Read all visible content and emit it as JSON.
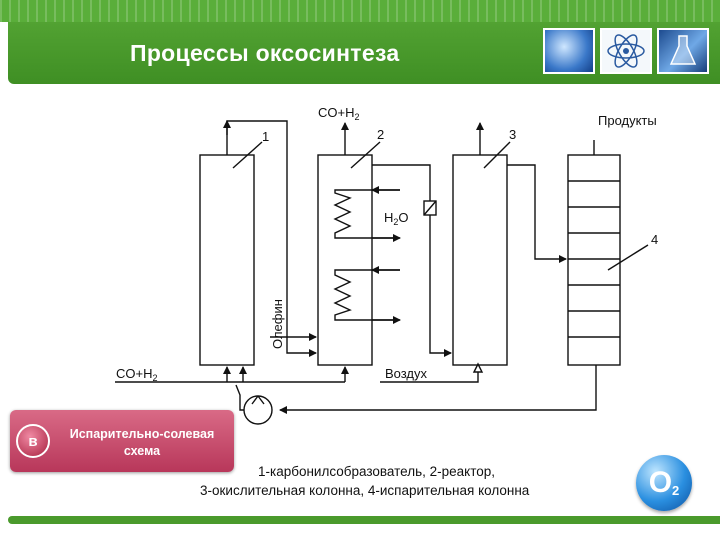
{
  "slide": {
    "title": "Процессы оксосинтеза"
  },
  "diagram": {
    "labels": {
      "n1": "1",
      "n2": "2",
      "n3": "3",
      "n4": "4",
      "co_h2_top": "CO+H",
      "co_h2_left": "CO+H",
      "h2o_h": "H",
      "h2o_o": "O",
      "sub2": "2",
      "olefin": "Олефин",
      "air": "Воздух",
      "products": "Продукты"
    }
  },
  "scheme_badge": {
    "letter": "в",
    "text": "Испарительно-солевая схема"
  },
  "caption": {
    "line1": "1-карбонилсобразователь, 2-реактор,",
    "line2": "3-окислительная колонна, 4-испарительная колонна"
  },
  "logo": {
    "main": "O",
    "sub": "2"
  },
  "colors": {
    "header_green": "#4a9a2c",
    "badge_pink": "#c44a6a",
    "logo_blue": "#2a8fe0"
  }
}
